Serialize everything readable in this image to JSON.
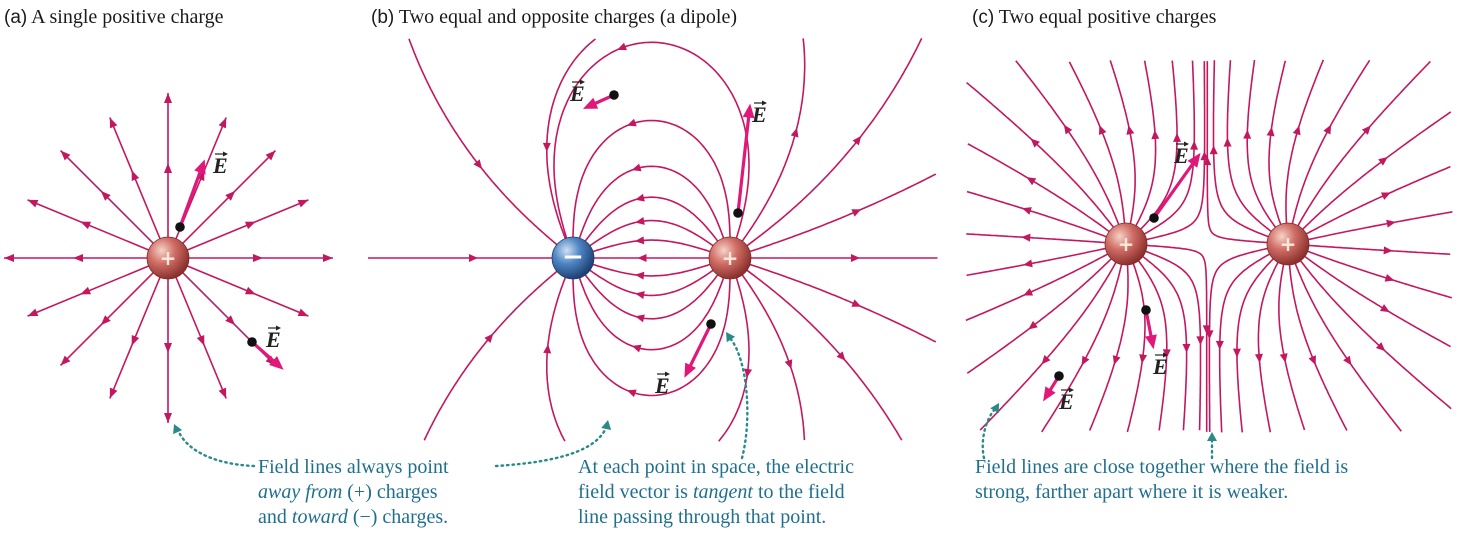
{
  "panels": [
    {
      "tag": "(a)",
      "title": "A single positive charge"
    },
    {
      "tag": "(b)",
      "title": "Two equal and opposite charges (a dipole)"
    },
    {
      "tag": "(c)",
      "title": "Two equal positive charges"
    }
  ],
  "charge_signs": {
    "positive": "+",
    "negative": "−"
  },
  "vector_label": "E",
  "captions": {
    "a": {
      "line1": "Field lines always point",
      "line2_em": "away from",
      "line2_rest": " (+) charges",
      "line3_pre": "and ",
      "line3_em": "toward",
      "line3_rest": " (−) charges."
    },
    "b": {
      "line1": "At each point in space, the electric",
      "line2_pre": "field vector is ",
      "line2_em": "tangent",
      "line2_rest": " to the field",
      "line3": "line passing through that point."
    },
    "c": {
      "line1": "Field lines are close together where the field is",
      "line2": "strong, farther apart where it is weaker."
    }
  },
  "colors": {
    "field_line": "#c3185f",
    "vector": "#e0187a",
    "caption": "#1f6f8f",
    "pointer": "#2a8a8a",
    "positive_charge": "#c0504d",
    "negative_charge": "#3a6fb0"
  }
}
